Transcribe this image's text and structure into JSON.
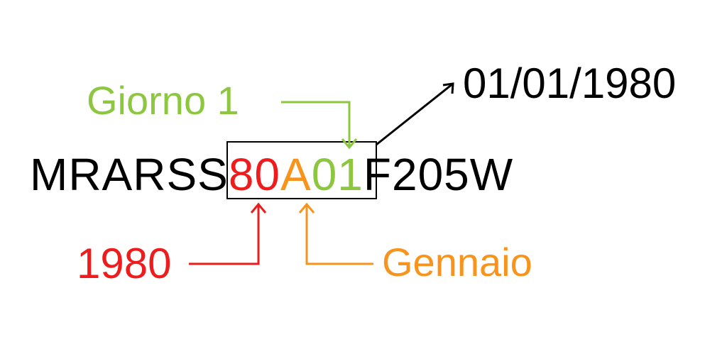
{
  "code": {
    "prefix": "MRARSS",
    "year": "80",
    "month": "A",
    "day": "01",
    "suffix": "F205W"
  },
  "labels": {
    "day_label": "Giorno 1",
    "date_result": "01/01/1980",
    "year_label": "1980",
    "month_label": "Gennaio"
  },
  "colors": {
    "text": "#000000",
    "year": "#ee1c1c",
    "month": "#f7941d",
    "day": "#8dc63f"
  }
}
